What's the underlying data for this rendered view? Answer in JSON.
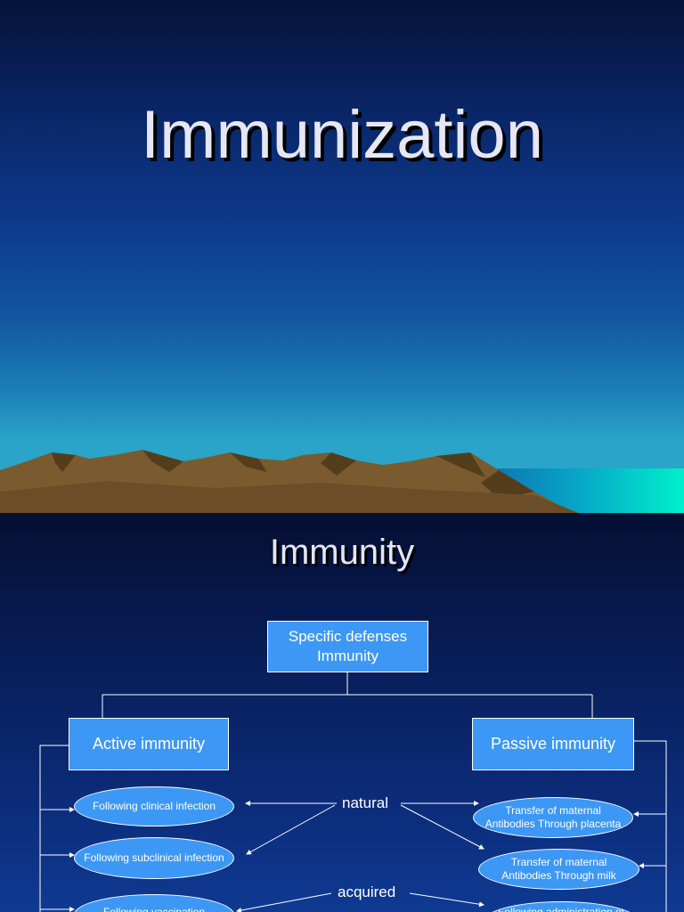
{
  "slide1": {
    "title": "Immunization"
  },
  "slide2": {
    "title": "Immunity",
    "root_box": {
      "line1": "Specific defenses",
      "line2": "Immunity"
    },
    "active_box": "Active immunity",
    "passive_box": "Passive immunity",
    "label_natural": "natural",
    "label_acquired": "acquired",
    "active_items": [
      "Following clinical infection",
      "Following subclinical infection",
      "Following vaccination"
    ],
    "passive_items": [
      {
        "line1": "Transfer of maternal",
        "line2": "Antibodies Through placenta"
      },
      {
        "line1": "Transfer of maternal",
        "line2": "Antibodies Through milk"
      },
      {
        "line1": "Following administration of"
      }
    ]
  },
  "colors": {
    "box_fill": "#3c98f4",
    "text": "#ffffff",
    "mountain": "#7a5b2f",
    "sea": "#00e0c8"
  }
}
